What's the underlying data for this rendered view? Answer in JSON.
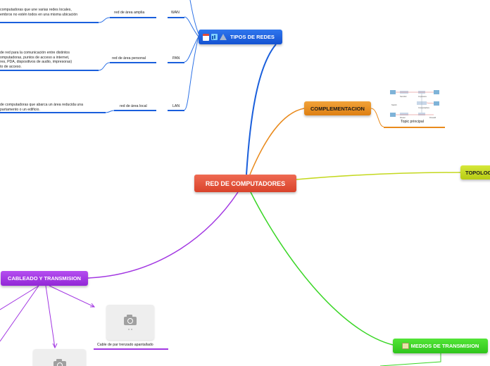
{
  "central": {
    "label": "RED DE COMPUTADORES"
  },
  "branches": {
    "tipos": {
      "label": "TIPOS DE REDES",
      "icons": [
        "calendar-icon",
        "chart-icon",
        "pin-icon"
      ],
      "items": [
        {
          "name": "WAN",
          "type": "red de área amplia",
          "description": "computadoras que une varias redes locales,\nembros no estén todos en una misma ubicación"
        },
        {
          "name": "PAN",
          "type": "red de área personal",
          "description": "de red para la comunicación entre distintos\nomputadoras, puntos de acceso a internet,\nres, PDA, dispositivos de audio, impresoras)\nto de acceso."
        },
        {
          "name": "LAN",
          "type": "red de área local",
          "description": "de computadoras que abarca un área reducida una\npartamento o un edificio."
        }
      ]
    },
    "complementacion": {
      "label": "COMPLEMENTACION",
      "image_caption": "Topic principal",
      "diagram_labels": [
        "Servidor",
        "Impresora",
        "Switch",
        "Computadora",
        "Router",
        "Firewall"
      ]
    },
    "topologia": {
      "label": "TOPOLOG"
    },
    "cableado": {
      "label": "CABLEADO Y TRANSMISION",
      "child_caption": "Cable de par trenzado apantallado"
    },
    "medios": {
      "label": "MEDIOS DE TRANSMISION",
      "icon": "folder-icon"
    }
  },
  "colors": {
    "central": "#e2503a",
    "tipos": "#1a5fdc",
    "complementacion": "#e98a1c",
    "topologia": "#c4d81e",
    "cableado": "#a237e2",
    "medios": "#3ad626",
    "wan_line": "#2d72e6"
  }
}
